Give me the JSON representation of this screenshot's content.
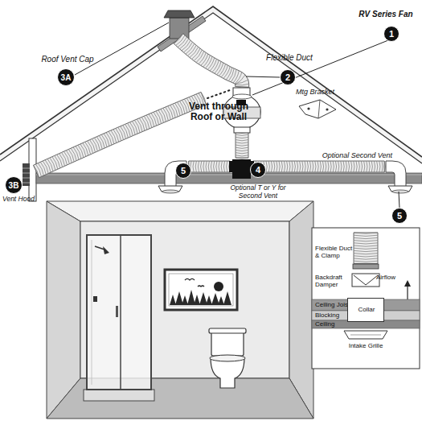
{
  "diagram": {
    "nodes": [
      {
        "text": [
          "1"
        ]
      },
      {
        "text": [
          "2"
        ]
      },
      {
        "text": [
          "3A"
        ]
      },
      {
        "text": [
          "4"
        ]
      },
      {
        "text": [
          "5"
        ]
      },
      {
        "text": [
          "3B"
        ]
      },
      {
        "text": [
          "5"
        ]
      },
      {
        "text": [
          "Flexible Duct & Clamp",
          "Backdraft Damper",
          "Airflow",
          "Ceiling Joist",
          "Blocking",
          "Ceiling",
          "Intake Grille"
        ]
      },
      {
        "text": [
          "Collar"
        ],
        "in": 7
      }
    ],
    "labels": [
      "RV Series Fan",
      "Flexible Duct",
      "Roof Vent Cap",
      "Mtg Bracket",
      "Vent through Roof or Wall",
      "Optional T or Y for Second Vent",
      "Optional Second Vent",
      "Vent Hood"
    ]
  }
}
